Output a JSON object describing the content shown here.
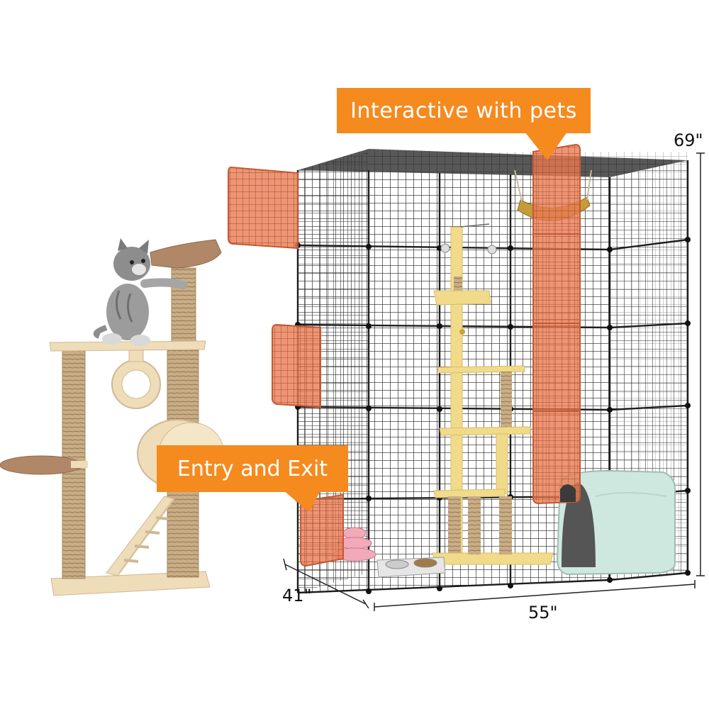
{
  "callouts": {
    "top": "Interactive with pets",
    "entry": "Entry and Exit"
  },
  "dimensions": {
    "height": "69\"",
    "depth": "41\"",
    "width": "55\""
  },
  "colors": {
    "callout_orange": "#f58a1f",
    "door_panel": "#e97a52",
    "cage_wire": "#2b2b2b",
    "cat_tree_beige": "#efdcb8",
    "sisal": "#b89b74",
    "plush": "#b08868",
    "yellow_tree": "#f1db8a",
    "litter_box": "#cfe8df"
  },
  "icons": {
    "cat": "kitten-image",
    "hammock": "hammock-image",
    "litter_box": "litter-box-image"
  }
}
